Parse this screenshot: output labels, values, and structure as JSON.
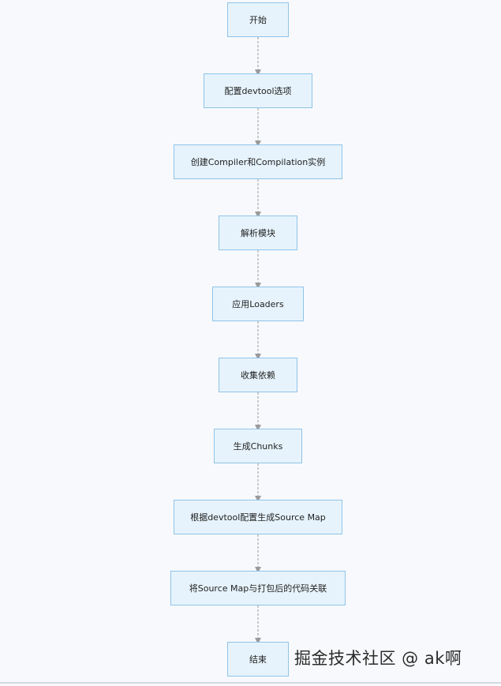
{
  "flowchart": {
    "steps": [
      {
        "label": "开始"
      },
      {
        "label": "配置devtool选项"
      },
      {
        "label": "创建Compiler和Compilation实例"
      },
      {
        "label": "解析模块"
      },
      {
        "label": "应用Loaders"
      },
      {
        "label": "收集依赖"
      },
      {
        "label": "生成Chunks"
      },
      {
        "label": "根据devtool配置生成Source Map"
      },
      {
        "label": "将Source Map与打包后的代码关联"
      },
      {
        "label": "结束"
      }
    ],
    "colors": {
      "node_fill": "#e6f3fc",
      "node_border": "#8fc4e8",
      "edge": "#9a9a9a",
      "background": "#f7f9fc"
    }
  },
  "watermark": {
    "text": "掘金技术社区 @ ak啊"
  }
}
